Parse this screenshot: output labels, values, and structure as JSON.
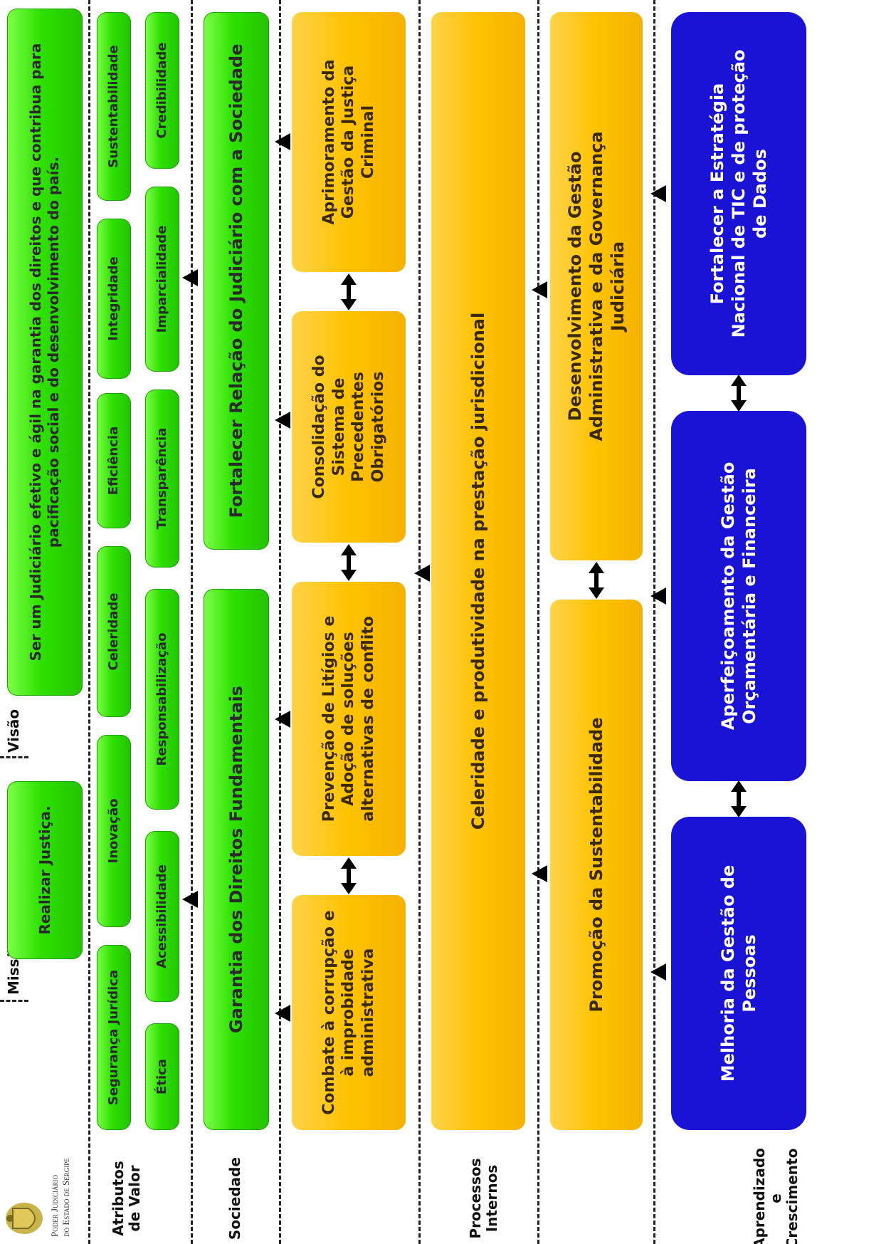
{
  "logo": {
    "line1": "Poder Judiciário",
    "line2": "do Estado de Sergipe"
  },
  "labels": {
    "missao": "Missão",
    "visao": "Visão",
    "atributos_line1": "Atributos",
    "atributos_line2": "de Valor",
    "sociedade": "Sociedade",
    "processos": "Processos Internos",
    "aprendizado_line1": "Aprendizado e",
    "aprendizado_line2": "Crescimento"
  },
  "missao": "Realizar Justiça.",
  "visao": "Ser um Judiciário efetivo e ágil na garantia dos direitos e que contribua para pacificação social e do desenvolvimento do país.",
  "atributos_row1": [
    "Segurança Jurídica",
    "Inovação",
    "Celeridade",
    "Eficiência",
    "Integridade",
    "Sustentabilidade"
  ],
  "atributos_row2": [
    "Ética",
    "Acessibilidade",
    "Responsabilização",
    "Transparência",
    "Imparcialidade",
    "Credibilidade"
  ],
  "sociedade": [
    "Garantia dos Direitos Fundamentais",
    "Fortalecer Relação do Judiciário com a Sociedade"
  ],
  "processos_row1": [
    "Combate à corrupção e à improbidade administrativa",
    "Prevenção de Litígios e Adoção de soluções alternativas de conflito",
    "Consolidação do Sistema de Precedentes Obrigatórios",
    "Aprimoramento da Gestão da Justiça Criminal"
  ],
  "processos_row2": "Celeridade e produtividade na prestação jurisdicional",
  "processos_row3": [
    "Promoção da Sustentabilidade",
    "Desenvolvimento da Gestão Administrativa e da Governança Judiciária"
  ],
  "aprendizado": [
    "Melhoria da Gestão de Pessoas",
    "Aperfeiçoamento da Gestão Orçamentária e Financeira",
    "Fortalecer a Estratégia Nacional de TIC e de proteção de Dados"
  ],
  "colors": {
    "green": "#2fe000",
    "yellow": "#ffc200",
    "blue": "#1a13d6"
  }
}
